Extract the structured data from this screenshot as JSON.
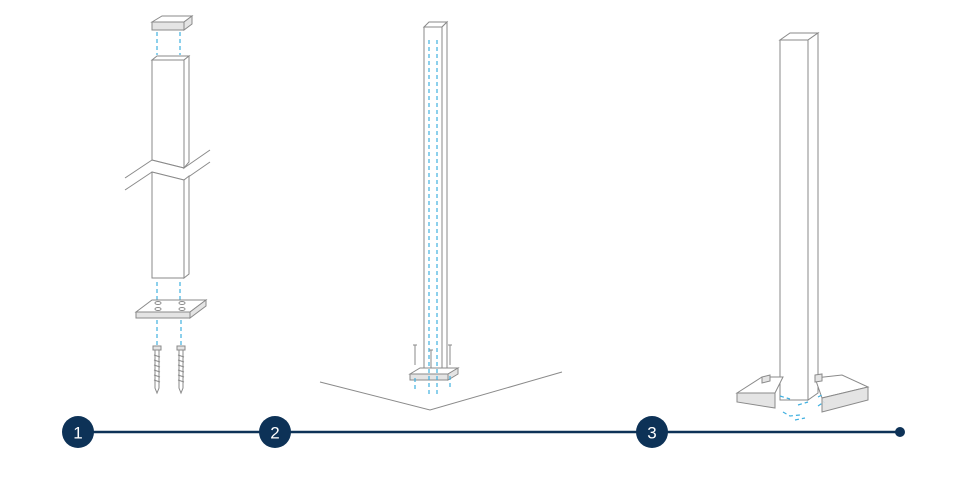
{
  "steps": [
    {
      "number": "1"
    },
    {
      "number": "2"
    },
    {
      "number": "3"
    }
  ],
  "colors": {
    "timeline": "#0d3257",
    "guide_lines": "#3fb0e0",
    "outline": "#8a8a8a"
  }
}
